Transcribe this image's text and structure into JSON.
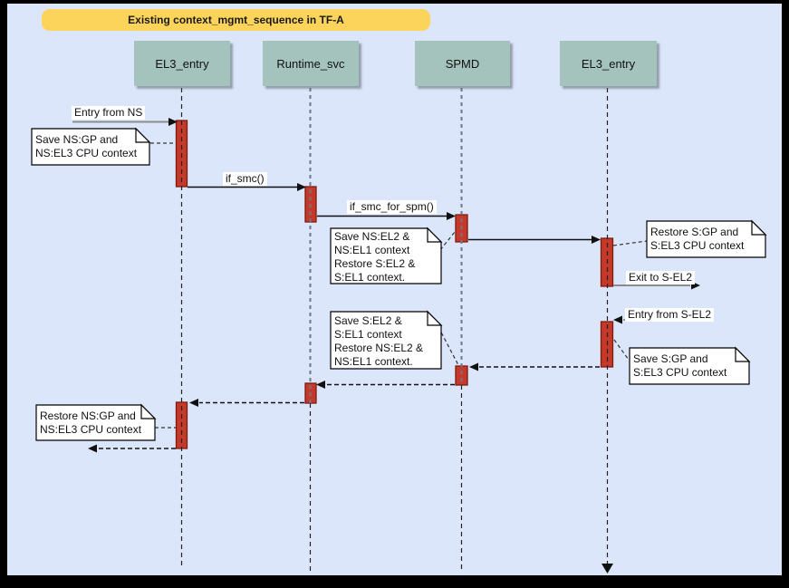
{
  "title": {
    "text": "Existing context_mgmt_sequence in TF-A"
  },
  "lifelines": [
    {
      "label": "EL3_entry"
    },
    {
      "label": "Runtime_svc"
    },
    {
      "label": "SPMD"
    },
    {
      "label": "EL3_entry"
    }
  ],
  "messages": {
    "entry_from_ns": "Entry from NS",
    "if_smc": "if_smc()",
    "if_smc_for_spm": "if_smc_for_spm()",
    "exit_to_s_el2": "Exit to S-EL2",
    "entry_from_s_el2": "Entry from S-EL2"
  },
  "notes": [
    {
      "lines": [
        "Save NS:GP and",
        "NS:EL3 CPU context"
      ]
    },
    {
      "lines": [
        "Save NS:EL2 &",
        "NS:EL1 context",
        "Restore S:EL2 &",
        "S:EL1 context."
      ]
    },
    {
      "lines": [
        "Restore S:GP and",
        "S:EL3 CPU context"
      ]
    },
    {
      "lines": [
        "Save S:EL2 &",
        "S:EL1 context",
        "Restore NS:EL2 &",
        "NS:EL1 context."
      ]
    },
    {
      "lines": [
        "Save S:GP and",
        "S:EL3 CPU context"
      ]
    },
    {
      "lines": [
        "Restore NS:GP and",
        "NS:EL3 CPU context"
      ]
    }
  ],
  "colors": {
    "canvas_bg": "#dce6fa",
    "frame": "#000000",
    "banner_bg": "#fcd45c",
    "lifeline_head_bg": "#a5c3bd",
    "activation_fill": "#c5392b",
    "activation_border": "#7c1d10",
    "note_bg": "#ffffff"
  }
}
